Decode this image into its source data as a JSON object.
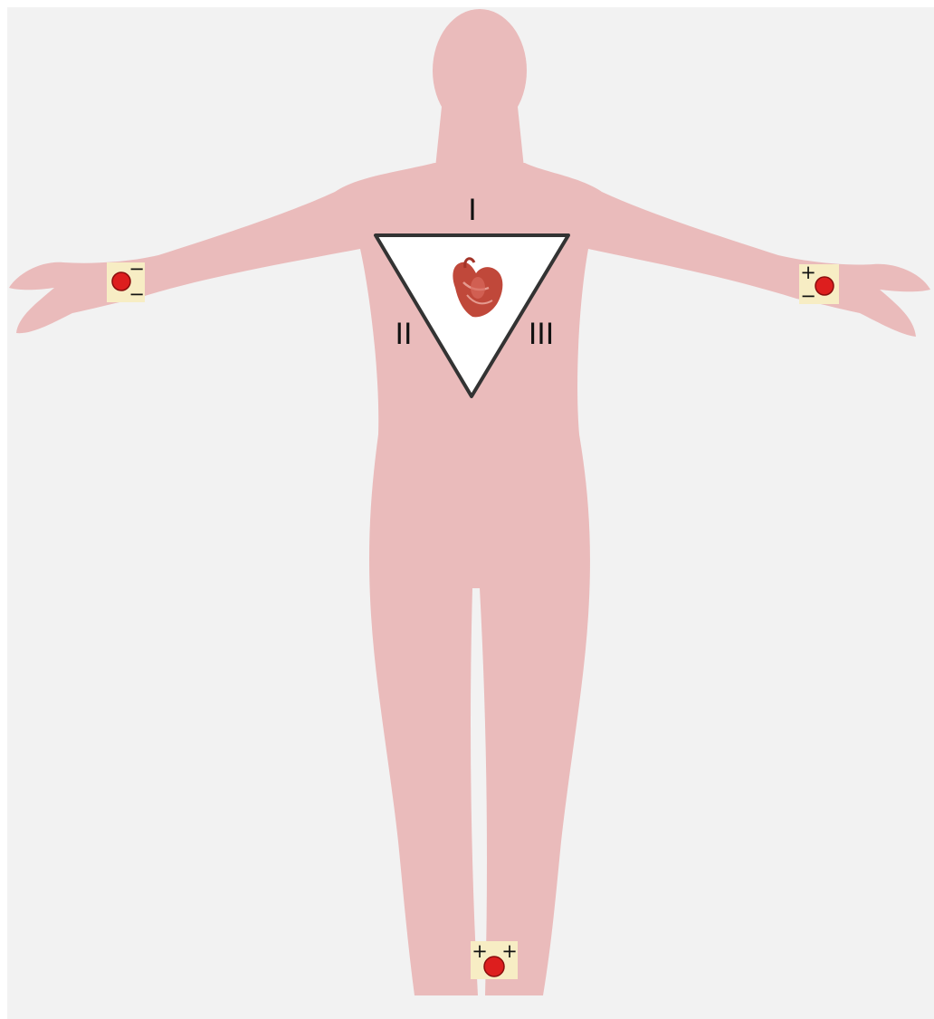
{
  "colors": {
    "background": "#f2f2f2",
    "body": "#eabbbb",
    "triangle_fill": "#ffffff",
    "triangle_stroke": "#333333",
    "electrode_pad": "#f7edc4",
    "electrode_dot": "#dd1e1e",
    "heart": "#c0483a"
  },
  "leads": {
    "lead_1": "I",
    "lead_2": "II",
    "lead_3": "III"
  },
  "electrodes": {
    "right_arm": {
      "top_sign": "−",
      "bottom_sign": "−"
    },
    "left_arm": {
      "top_sign": "+",
      "bottom_sign": "−"
    },
    "left_leg": {
      "left_sign": "+",
      "right_sign": "+"
    }
  },
  "icons": {
    "heart": "heart-icon",
    "electrode": "electrode-icon"
  }
}
